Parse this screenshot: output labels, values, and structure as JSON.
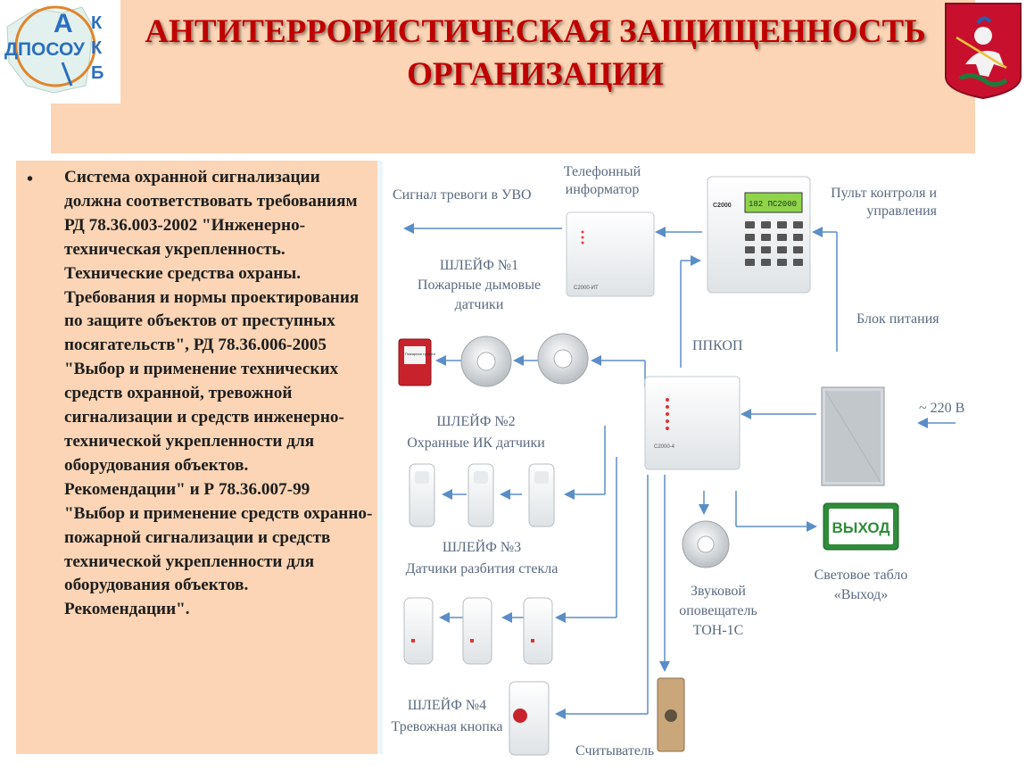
{
  "header": {
    "title_line1": "АНТИТЕРРОРИСТИЧЕСКАЯ ЗАЩИЩЕННОСТЬ",
    "title_line2": "ОРГАНИЗАЦИИ",
    "logo_text": "ДПОСОУ",
    "logo_letters": [
      "А",
      "К",
      "К",
      "Б"
    ]
  },
  "body": {
    "bullet": "•",
    "text": "Система охранной сигнализации должна соответствовать требованиям РД 78.36.003-2002 \"Инженерно-техническая укрепленность. Технические средства охраны. Требования и нормы проектирования по защите объектов от преступных посягательств\", РД 78.36.006-2005 \"Выбор и применение технических средств охранной, тревожной сигнализации и средств инженерно-технической укрепленности для оборудования объектов. Рекомендации\" и Р 78.36.007-99 \"Выбор и применение средств охранно-пожарной сигнализации и средств технической укрепленности для оборудования объектов. Рекомендации\"."
  },
  "diagram": {
    "alarm_signal": "Сигнал тревоги в УВО",
    "phone_informer_1": "Телефонный",
    "phone_informer_2": "информатор",
    "control_panel_1": "Пульт контроля и",
    "control_panel_2": "управления",
    "loop1_title": "ШЛЕЙФ №1",
    "loop1_desc_1": "Пожарные дымовые",
    "loop1_desc_2": "датчики",
    "ppkop": "ППКОП",
    "power_block": "Блок питания",
    "mains": "~ 220 В",
    "loop2_title": "ШЛЕЙФ №2",
    "loop2_desc": "Охранные ИК датчики",
    "loop3_title": "ШЛЕЙФ №3",
    "loop3_desc": "Датчики разбития стекла",
    "sounder_1": "Звуковой",
    "sounder_2": "оповещатель",
    "sounder_3": "ТОН-1С",
    "exit_sign_1": "Световое табло",
    "exit_sign_2": "«Выход»",
    "exit_sign_text": "ВЫХОД",
    "loop4_title": "ШЛЕЙФ №4",
    "loop4_desc": "Тревожная кнопка",
    "reader": "Считыватель",
    "informer_model": "С2000-ИТ",
    "ppkop_model": "С2000-4",
    "panel_brand": "С2000",
    "panel_display": "182 ПС2000",
    "fire_button_text": "Пожарная тревога"
  },
  "colors": {
    "title": "#c00000",
    "band": "#fbd5b5",
    "arrow": "#5b8ec6",
    "label": "#5a6a80",
    "exit_sign": "#2f8c3a"
  }
}
